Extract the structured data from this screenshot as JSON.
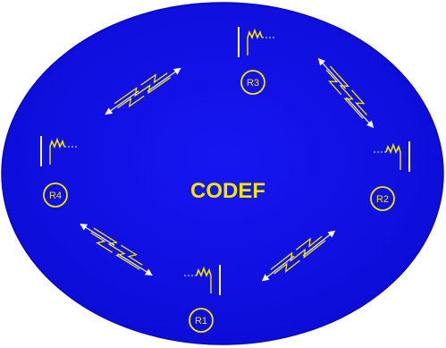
{
  "diagram": {
    "center_title": "CODEF",
    "nodes": [
      {
        "id": "r1",
        "label": "R1"
      },
      {
        "id": "r2",
        "label": "R2"
      },
      {
        "id": "r3",
        "label": "R3"
      },
      {
        "id": "r4",
        "label": "R4"
      }
    ],
    "links": [
      {
        "from": "R3",
        "to": "R2"
      },
      {
        "from": "R2",
        "to": "R1"
      },
      {
        "from": "R1",
        "to": "R4"
      },
      {
        "from": "R4",
        "to": "R3"
      }
    ],
    "colors": {
      "background": "#1010e8",
      "foreground": "#f3e600",
      "link_lines": "#f4f4f4"
    },
    "icons": [
      "zigzag-link-icon",
      "signal-wave-icon",
      "bidirectional-arrow-icon"
    ]
  }
}
